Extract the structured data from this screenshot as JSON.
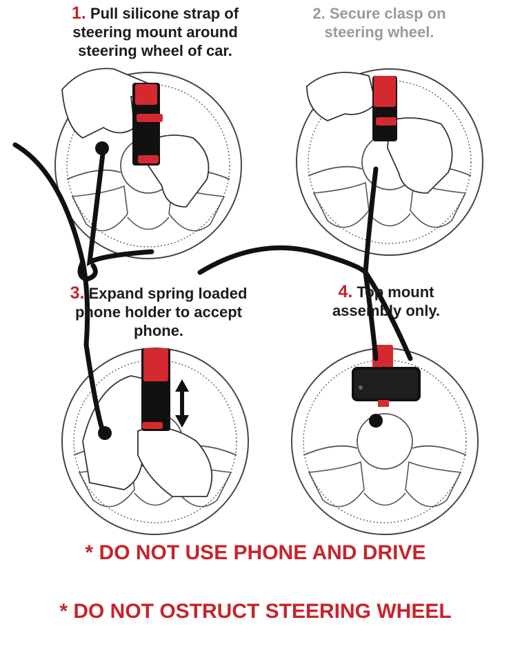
{
  "steps": [
    {
      "number": "1.",
      "text": "Pull silicone strap of steering mount around steering wheel of car."
    },
    {
      "number": "2.",
      "text": "Secure clasp on steering wheel."
    },
    {
      "number": "3.",
      "text": "Expand spring loaded phone holder to accept phone."
    },
    {
      "number": "4.",
      "text": "Top mount assembly only."
    }
  ],
  "warnings": [
    {
      "text": "* DO NOT USE PHONE AND DRIVE"
    },
    {
      "text": "* DO NOT OSTRUCT STEERING WHEEL"
    }
  ],
  "colors": {
    "accent": "#c8232b",
    "mount_red": "#d42a2f",
    "line": "#444444",
    "cord": "#111111"
  }
}
